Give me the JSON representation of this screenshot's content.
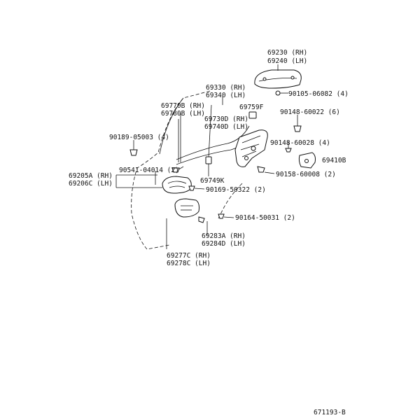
{
  "diagram": {
    "labels": {
      "p69230": "69230 (RH)",
      "p69240": "69240 (LH)",
      "p90105": "90105-06082 (4)",
      "p69330": "69330 (RH)",
      "p69340": "69340 (LH)",
      "p69770b": "69770B (RH)",
      "p69780b": "69780B (LH)",
      "p69759f": "69759F",
      "p90148_60022": "90148-60022 (6)",
      "p69730d": "69730D (RH)",
      "p69740d": "69740D (LH)",
      "p90189": "90189-05003 (4)",
      "p90148_60028": "90148-60028 (4)",
      "p69410b": "69410B",
      "p90541": "90541-04014 (2)",
      "p69205a": "69205A (RH)",
      "p69206c": "69206C (LH)",
      "p90158": "90158-60008 (2)",
      "p69749k": "69749K",
      "p90169": "90169-50322 (2)",
      "p90164": "90164-50031 (2)",
      "p69283a": "69283A (RH)",
      "p69284d": "69284D (LH)",
      "p69277c": "69277C (RH)",
      "p69278c": "69278C (LH)",
      "diagram_id": "671193-B"
    }
  }
}
